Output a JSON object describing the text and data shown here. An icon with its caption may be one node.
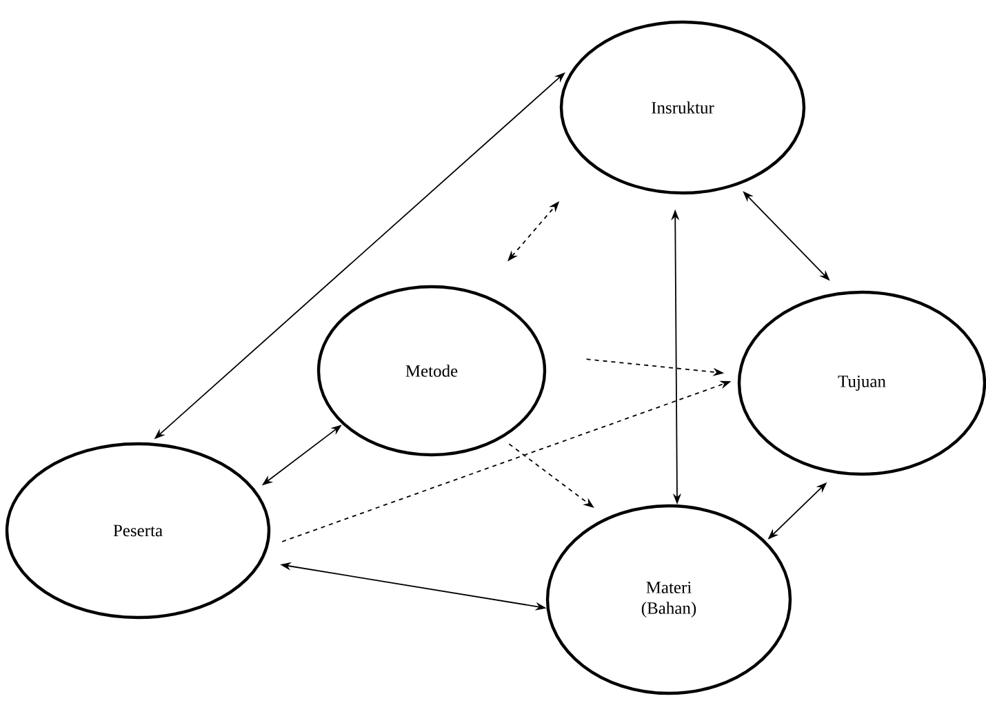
{
  "diagram": {
    "nodes": [
      {
        "text": [
          "Insruktur"
        ]
      },
      {
        "text": [
          "Metode"
        ]
      },
      {
        "text": [
          "Tujuan"
        ]
      },
      {
        "text": [
          "Peserta"
        ]
      },
      {
        "text": [
          "Materi (Bahan)"
        ]
      }
    ],
    "edges": [
      {
        "from": 3,
        "to": 0,
        "arrow": "both"
      },
      {
        "from": 1,
        "to": 0,
        "arrow": "both",
        "style": "dashed"
      },
      {
        "from": 0,
        "to": 2,
        "arrow": "both"
      },
      {
        "from": 0,
        "to": 4,
        "arrow": "both"
      },
      {
        "from": 1,
        "to": 2,
        "arrow": "to",
        "style": "dashed"
      },
      {
        "from": 3,
        "to": 2,
        "arrow": "to",
        "style": "dashed"
      },
      {
        "from": 1,
        "to": 4,
        "arrow": "to",
        "style": "dashed"
      },
      {
        "from": 3,
        "to": 1,
        "arrow": "both"
      },
      {
        "from": 3,
        "to": 4,
        "arrow": "both"
      },
      {
        "from": 4,
        "to": 2,
        "arrow": "both"
      }
    ]
  }
}
